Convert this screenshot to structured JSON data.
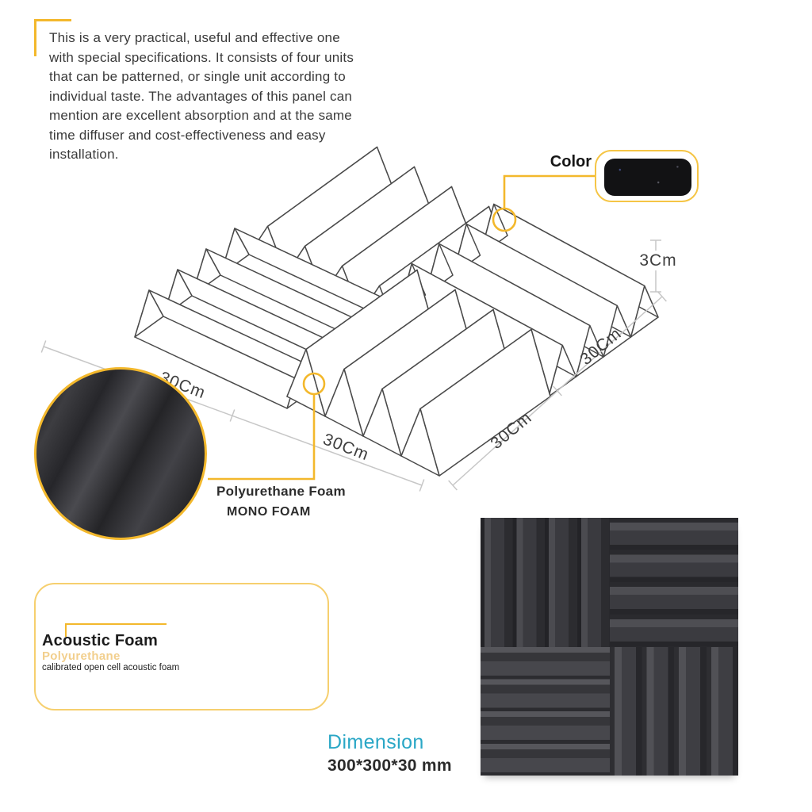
{
  "intro": {
    "text": "This is a very practical, useful and effective one\nwith special specifications. It consists of four units\nthat can be patterned, or single unit according to\nindividual taste. The advantages of this panel can\nmention are excellent absorption and at the same\ntime diffuser and cost-effectiveness and easy\ninstallation."
  },
  "color_section": {
    "label": "Color",
    "swatch_color": "#121214"
  },
  "drawing": {
    "dim_left_front": "30Cm",
    "dim_left_back": "30Cm",
    "dim_right_front": "30Cm",
    "dim_right_back": "30Cm",
    "dim_height": "3Cm"
  },
  "detail_callout": {
    "line1": "Polyurethane Foam",
    "line2": "MONO FOAM"
  },
  "foam_box": {
    "title": "Acoustic Foam",
    "subtitle": "Polyurethane",
    "caption": "calibrated open cell acoustic foam"
  },
  "dimension_section": {
    "title": "Dimension",
    "value": "300*300*30 mm"
  },
  "colors": {
    "accent": "#F3B82C",
    "box_border": "#F6CF6E",
    "cyan": "#2AA7C6",
    "foam_dark": "#3c3c40",
    "line_art": "#4a4a4a",
    "dim_gray": "#c7c7c7"
  }
}
